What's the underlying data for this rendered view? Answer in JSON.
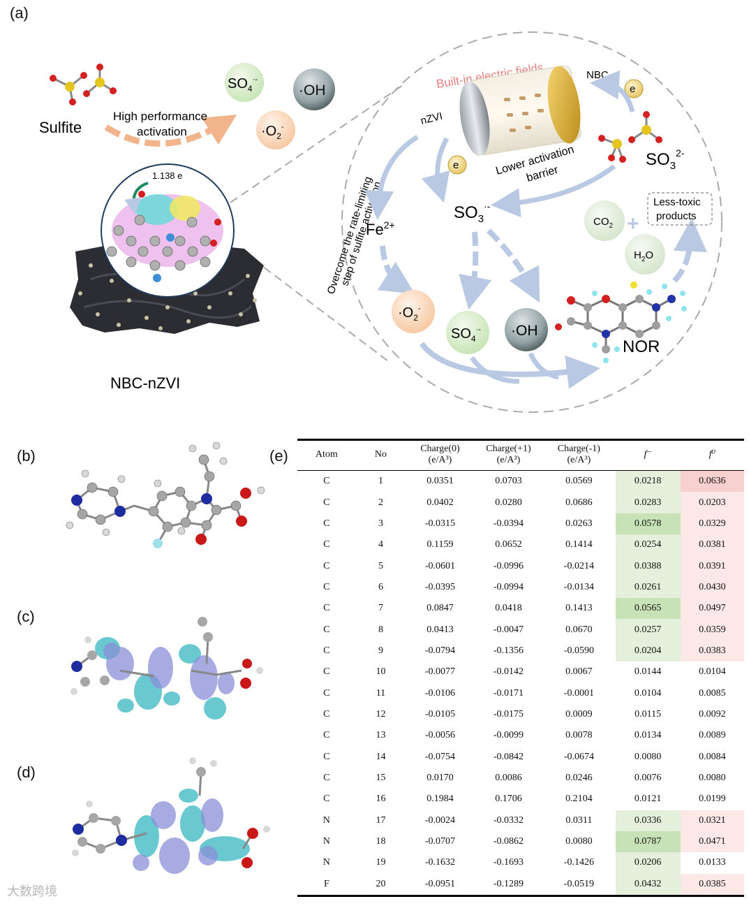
{
  "panels": {
    "a": "(a)",
    "b": "(b)",
    "c": "(c)",
    "d": "(d)",
    "e": "(e)"
  },
  "schematic": {
    "sulfite": "Sulfite",
    "activation_line1": "High performance",
    "activation_line2": "activation",
    "radical_so4": "SO",
    "radical_so4_sub": "4",
    "radical_so4_sup": "·-",
    "radical_oh": "·OH",
    "radical_o2": "·O",
    "radical_o2_sub": "2",
    "radical_o2_sup": "-",
    "charge_transfer": "1.138 e",
    "material": "NBC-nZVI",
    "overcome_line1": "Overcome the rate-limiting",
    "overcome_line2": "step of sulfite activation",
    "built_in": "Built-in electric fields",
    "nbc": "NBC",
    "nzvi": "nZVI",
    "electron": "e",
    "lower_line1": "Lower activation",
    "lower_line2": "barrier",
    "so3_2": "SO",
    "so3_2_sub": "3",
    "so3_2_sup": "2-",
    "so3_rad": "SO",
    "so3_rad_sub": "3",
    "so3_rad_sup": "·-",
    "fe": "Fe",
    "fe_sup": "2+",
    "co2": "CO",
    "co2_sub": "2",
    "h2o": "H",
    "h2o_sub": "2",
    "h2o_o": "O",
    "less_toxic_line1": "Less-toxic",
    "less_toxic_line2": "products",
    "nor": "NOR",
    "plus": "+"
  },
  "colors": {
    "green_light": "#e4f0dc",
    "green_dark": "#c8e2b8",
    "pink_light": "#fde8e8",
    "pink_dark": "#f9d0d0",
    "arrow_blue": "#b9c9e3",
    "arrow_orange": "#f2b48a",
    "built_in_text": "#e88080"
  },
  "table": {
    "headers": {
      "atom": "Atom",
      "no": "No",
      "q0_line1": "Charge(0)",
      "q0_line2": "(e/A³)",
      "q1_line1": "Charge(+1)",
      "q1_line2": "(e/A³)",
      "qm_line1": "Charge(-1)",
      "qm_line2": "(e/A³)",
      "fminus": "f⁻",
      "fzero": "f⁰"
    },
    "rows": [
      {
        "atom": "C",
        "no": "1",
        "q0": "0.0351",
        "q1": "0.0703",
        "qm": "0.0569",
        "fm": "0.0218",
        "f0": "0.0636",
        "fm_hl": 1,
        "f0_hl": 2
      },
      {
        "atom": "C",
        "no": "2",
        "q0": "0.0402",
        "q1": "0.0280",
        "qm": "0.0686",
        "fm": "0.0283",
        "f0": "0.0203",
        "fm_hl": 1,
        "f0_hl": 1
      },
      {
        "atom": "C",
        "no": "3",
        "q0": "-0.0315",
        "q1": "-0.0394",
        "qm": "0.0263",
        "fm": "0.0578",
        "f0": "0.0329",
        "fm_hl": 2,
        "f0_hl": 1
      },
      {
        "atom": "C",
        "no": "4",
        "q0": "0.1159",
        "q1": "0.0652",
        "qm": "0.1414",
        "fm": "0.0254",
        "f0": "0.0381",
        "fm_hl": 1,
        "f0_hl": 1
      },
      {
        "atom": "C",
        "no": "5",
        "q0": "-0.0601",
        "q1": "-0.0996",
        "qm": "-0.0214",
        "fm": "0.0388",
        "f0": "0.0391",
        "fm_hl": 1,
        "f0_hl": 1
      },
      {
        "atom": "C",
        "no": "6",
        "q0": "-0.0395",
        "q1": "-0.0994",
        "qm": "-0.0134",
        "fm": "0.0261",
        "f0": "0.0430",
        "fm_hl": 1,
        "f0_hl": 1
      },
      {
        "atom": "C",
        "no": "7",
        "q0": "0.0847",
        "q1": "0.0418",
        "qm": "0.1413",
        "fm": "0.0565",
        "f0": "0.0497",
        "fm_hl": 2,
        "f0_hl": 1
      },
      {
        "atom": "C",
        "no": "8",
        "q0": "0.0413",
        "q1": "-0.0047",
        "qm": "0.0670",
        "fm": "0.0257",
        "f0": "0.0359",
        "fm_hl": 1,
        "f0_hl": 1
      },
      {
        "atom": "C",
        "no": "9",
        "q0": "-0.0794",
        "q1": "-0.1356",
        "qm": "-0.0590",
        "fm": "0.0204",
        "f0": "0.0383",
        "fm_hl": 1,
        "f0_hl": 1
      },
      {
        "atom": "C",
        "no": "10",
        "q0": "-0.0077",
        "q1": "-0.0142",
        "qm": "0.0067",
        "fm": "0.0144",
        "f0": "0.0104",
        "fm_hl": 0,
        "f0_hl": 0
      },
      {
        "atom": "C",
        "no": "11",
        "q0": "-0.0106",
        "q1": "-0.0171",
        "qm": "-0.0001",
        "fm": "0.0104",
        "f0": "0.0085",
        "fm_hl": 0,
        "f0_hl": 0
      },
      {
        "atom": "C",
        "no": "12",
        "q0": "-0.0105",
        "q1": "-0.0175",
        "qm": "0.0009",
        "fm": "0.0115",
        "f0": "0.0092",
        "fm_hl": 0,
        "f0_hl": 0
      },
      {
        "atom": "C",
        "no": "13",
        "q0": "-0.0056",
        "q1": "-0.0099",
        "qm": "0.0078",
        "fm": "0.0134",
        "f0": "0.0089",
        "fm_hl": 0,
        "f0_hl": 0
      },
      {
        "atom": "C",
        "no": "14",
        "q0": "-0.0754",
        "q1": "-0.0842",
        "qm": "-0.0674",
        "fm": "0.0080",
        "f0": "0.0084",
        "fm_hl": 0,
        "f0_hl": 0
      },
      {
        "atom": "C",
        "no": "15",
        "q0": "0.0170",
        "q1": "0.0086",
        "qm": "0.0246",
        "fm": "0.0076",
        "f0": "0.0080",
        "fm_hl": 0,
        "f0_hl": 0
      },
      {
        "atom": "C",
        "no": "16",
        "q0": "0.1984",
        "q1": "0.1706",
        "qm": "0.2104",
        "fm": "0.0121",
        "f0": "0.0199",
        "fm_hl": 0,
        "f0_hl": 0
      },
      {
        "atom": "N",
        "no": "17",
        "q0": "-0.0024",
        "q1": "-0.0332",
        "qm": "0.0311",
        "fm": "0.0336",
        "f0": "0.0321",
        "fm_hl": 1,
        "f0_hl": 1
      },
      {
        "atom": "N",
        "no": "18",
        "q0": "-0.0707",
        "q1": "-0.0862",
        "qm": "0.0080",
        "fm": "0.0787",
        "f0": "0.0471",
        "fm_hl": 2,
        "f0_hl": 1
      },
      {
        "atom": "N",
        "no": "19",
        "q0": "-0.1632",
        "q1": "-0.1693",
        "qm": "-0.1426",
        "fm": "0.0206",
        "f0": "0.0133",
        "fm_hl": 1,
        "f0_hl": 0
      },
      {
        "atom": "F",
        "no": "20",
        "q0": "-0.0951",
        "q1": "-0.1289",
        "qm": "-0.0519",
        "fm": "0.0432",
        "f0": "0.0385",
        "fm_hl": 1,
        "f0_hl": 1
      }
    ]
  },
  "watermark": "大数跨境"
}
